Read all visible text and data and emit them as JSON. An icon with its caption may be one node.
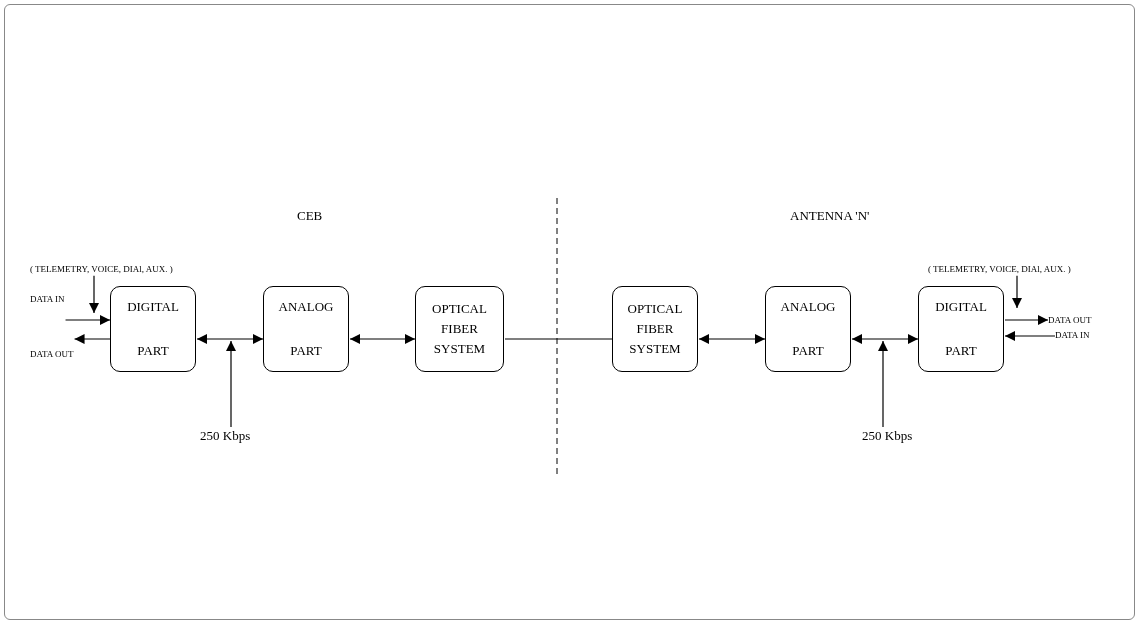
{
  "diagram": {
    "nodes": [
      {
        "text": [
          "DIGITAL PART"
        ]
      },
      {
        "text": [
          "ANALOG PART"
        ]
      },
      {
        "text": [
          "OPTICAL FIBER SYSTEM"
        ]
      },
      {
        "text": [
          "OPTICAL FIBER SYSTEM"
        ]
      },
      {
        "text": [
          "ANALOG PART"
        ]
      },
      {
        "text": [
          "DIGITAL PART"
        ]
      },
      {
        "text": [
          "( TELEMETRY, VOICE, DIAl, AUX. )"
        ]
      },
      {
        "text": [
          "DATA IN"
        ]
      },
      {
        "text": [
          "DATA OUT"
        ]
      },
      {
        "text": [
          "250 Kbps"
        ]
      },
      {
        "text": [
          "250 Kbps"
        ]
      },
      {
        "text": [
          "( TELEMETRY, VOICE, DIAl, AUX. )"
        ]
      },
      {
        "text": [
          "DATA OUT"
        ]
      },
      {
        "text": [
          "DATA IN"
        ]
      }
    ],
    "edges": [
      {
        "from": 0,
        "to": 1,
        "arrow": "both"
      },
      {
        "from": 1,
        "to": 2,
        "arrow": "both"
      },
      {
        "from": 2,
        "to": 3,
        "arrow": "none"
      },
      {
        "from": 3,
        "to": 4,
        "arrow": "both"
      },
      {
        "from": 4,
        "to": 5,
        "arrow": "both"
      },
      {
        "from": 7,
        "to": 0,
        "arrow": "to"
      },
      {
        "from": 0,
        "to": 8,
        "arrow": "to"
      },
      {
        "from": 6,
        "to": 0,
        "arrow": "to"
      },
      {
        "from": 9,
        "to": null,
        "arrow": "to"
      },
      {
        "from": 10,
        "to": null,
        "arrow": "to"
      },
      {
        "from": 11,
        "to": 5,
        "arrow": "to"
      },
      {
        "from": 5,
        "to": 12,
        "arrow": "to"
      },
      {
        "from": 13,
        "to": 5,
        "arrow": "to"
      }
    ],
    "labels": [
      "CEB",
      "ANTENNA 'N'"
    ]
  }
}
